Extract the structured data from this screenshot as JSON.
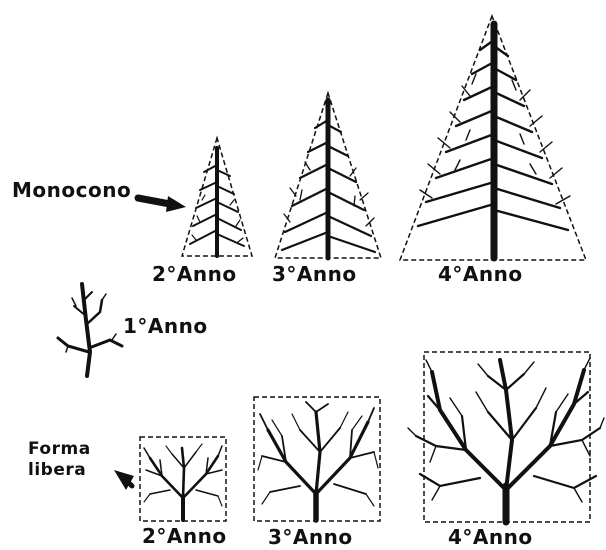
{
  "labels": {
    "monocono": "Monocono",
    "anno1": "1°Anno",
    "mono_anno2": "2°Anno",
    "mono_anno3": "3°Anno",
    "mono_anno4": "4°Anno",
    "forma": "Forma",
    "libera": "libera",
    "libera_anno2": "2°Anno",
    "libera_anno3": "3°Anno",
    "libera_anno4": "4°Anno"
  },
  "colors": {
    "ink": "#111111",
    "background": "#ffffff"
  }
}
